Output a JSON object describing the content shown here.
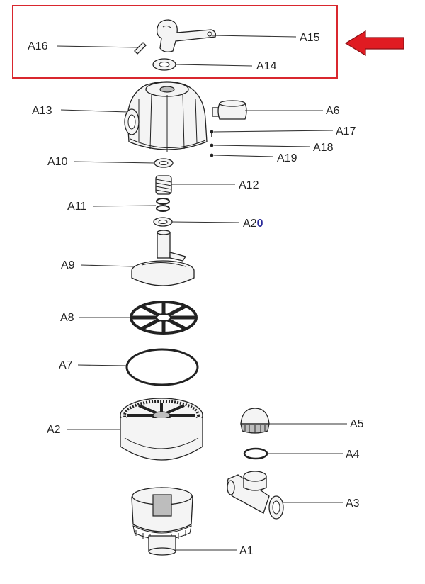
{
  "labels": {
    "a1": "A1",
    "a2": "A2",
    "a3": "A3",
    "a4": "A4",
    "a5": "A5",
    "a6": "A6",
    "a7": "A7",
    "a8": "A8",
    "a9": "A9",
    "a10": "A10",
    "a11": "A11",
    "a12": "A12",
    "a13": "A13",
    "a14": "A14",
    "a15": "A15",
    "a16": "A16",
    "a17": "A17",
    "a18": "A18",
    "a19": "A19",
    "a20": "A20"
  },
  "colors": {
    "highlight_box": "#d9272e",
    "arrow": "#e01b22",
    "arrow_stroke": "#8a0f14",
    "line": "#222222",
    "a20_zero": "#2a2a9a"
  },
  "icons": {
    "pointer": "arrow-left-icon"
  }
}
